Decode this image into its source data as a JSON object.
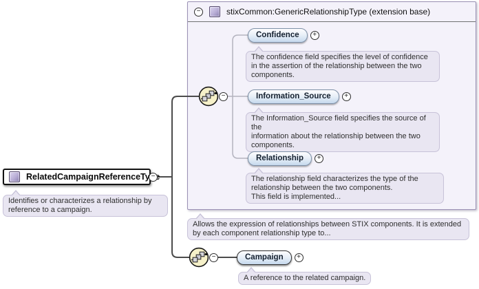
{
  "toggles": {
    "collapse": "−",
    "expand": "+"
  },
  "root": {
    "title": "RelatedCampaignReferenceType",
    "annotation": "Identifies or characterizes a relationship by\nreference to a campaign."
  },
  "extension": {
    "title": "stixCommon:GenericRelationshipType (extension base)",
    "annotation": "Allows the expression of relationships between STIX components. It is extended\nby each component relationship type to...",
    "elements": [
      {
        "name": "Confidence",
        "annotation": "The confidence field specifies the level of confidence\nin the assertion of the relationship between the two\ncomponents."
      },
      {
        "name": "Information_Source",
        "annotation": "The Information_Source field specifies the source of the\ninformation about the relationship between the two\ncomponents."
      },
      {
        "name": "Relationship",
        "annotation": "The relationship field characterizes the type of the\nrelationship between the two components.\nThis field is implemented..."
      }
    ]
  },
  "content_model": {
    "elements": [
      {
        "name": "Campaign",
        "annotation": "A reference to the related campaign."
      }
    ]
  },
  "icons": {
    "sequence": "sequence-compositor-icon",
    "complex_type": "complex-type-icon"
  },
  "colors": {
    "panel_bg": "#f4f2fa",
    "panel_border": "#9a90b4",
    "note_bg": "#e9e6f2",
    "note_border": "#c7c2d8",
    "pill_border": "#7e91a8",
    "pill_gradient_bottom": "#c6d9ee",
    "sequence_icon_bg": "#f6f1c9",
    "connector_dark": "#4b4b4b",
    "connector_light": "#b3b3be",
    "type_icon_purple": "#8a7fae"
  }
}
